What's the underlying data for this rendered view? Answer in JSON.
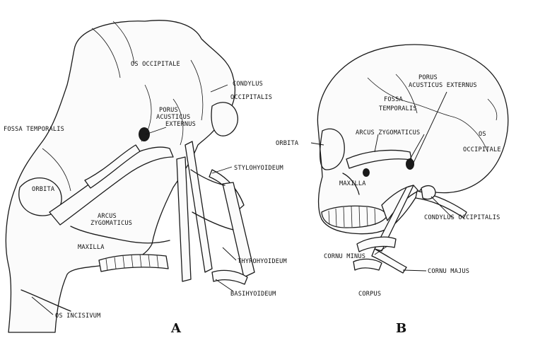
{
  "panels": {
    "a": "A",
    "b": "B"
  },
  "labels_a": {
    "os_occipitale": "OS OCCIPITALE",
    "condylus": "CONDYLUS",
    "occipitalis": "OCCIPITALIS",
    "porus": "PORUS",
    "acusticus": "ACUSTICUS",
    "externus": "EXTERNUS",
    "fossa_temporalis": "FOSSA TEMPORALIS",
    "stylohyoideum": "STYLOHYOIDEUM",
    "orbita": "ORBITA",
    "arcus": "ARCUS",
    "zygomaticus": "ZYGOMATICUS",
    "maxilla": "MAXILLA",
    "thyrohyoideum": "THYROHYOIDEUM",
    "basihyoideum": "BASIHYOIDEUM",
    "os_incisivum": "OS INCISIVUM"
  },
  "labels_b": {
    "porus": "PORUS",
    "acusticus_externus": "ACUSTICUS EXTERNUS",
    "fossa": "FOSSA",
    "temporalis": "TEMPORALIS",
    "orbita": "ORBITA",
    "arcus_zygomaticus": "ARCUS ZYGOMATICUS",
    "os": "OS",
    "occipitale": "OCCIPITALE",
    "maxilla": "MAXILLA",
    "condylus_occipitalis": "CONDYLUS OCCIPITALIS",
    "cornu_minus": "CORNU MINUS",
    "cornu_majus": "CORNU MAJUS",
    "corpus": "CORPUS"
  }
}
